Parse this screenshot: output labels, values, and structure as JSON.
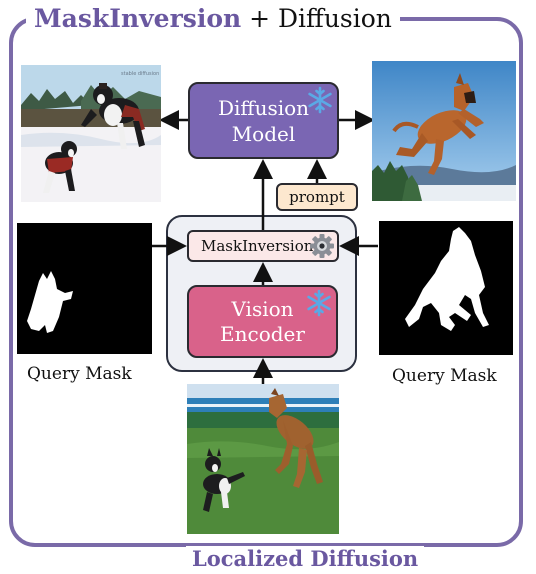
{
  "title": {
    "main": "MaskInversion",
    "rest": " + Diffusion"
  },
  "bottom_title": "Localized Diffusion",
  "blocks": {
    "diffusion_line1": "Diffusion",
    "diffusion_line2": "Model",
    "vision_line1": "Vision",
    "vision_line2": "Encoder",
    "maskinversion": "MaskInversion",
    "prompt": "prompt"
  },
  "labels": {
    "query_mask_left": "Query Mask",
    "query_mask_right": "Query Mask"
  },
  "photos": {
    "generated_left_caption": "stable diffusion"
  },
  "icons": {
    "frozen": "snowflake-icon",
    "trainable": "gear-icon"
  },
  "colors": {
    "frame": "#7a6aa8",
    "diffusion_block": "#7a66b3",
    "vision_block": "#d9628a",
    "maskinversion_block": "#fbe8e8",
    "prompt_block": "#fde8cf",
    "frozen_icon": "#5aa9e6"
  }
}
